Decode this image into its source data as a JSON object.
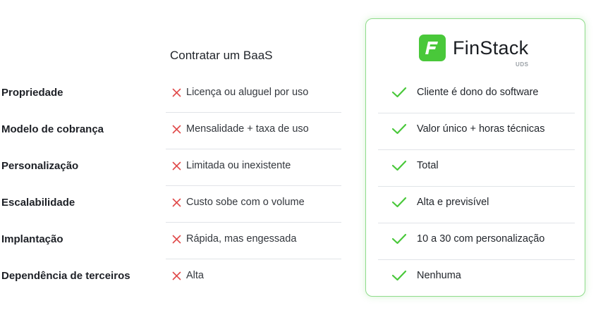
{
  "comparison": {
    "baas_header": "Contratar um BaaS",
    "rows": [
      {
        "label": "Propriedade",
        "baas": "Licença ou aluguel por uso",
        "finstack": "Cliente é dono do software"
      },
      {
        "label": "Modelo de cobrança",
        "baas": "Mensalidade + taxa de uso",
        "finstack": "Valor único + horas técnicas"
      },
      {
        "label": "Personalização",
        "baas": "Limitada ou inexistente",
        "finstack": "Total"
      },
      {
        "label": "Escalabilidade",
        "baas": "Custo sobe com o volume",
        "finstack": "Alta e previsível"
      },
      {
        "label": "Implantação",
        "baas": "Rápida, mas engessada",
        "finstack": "10 a 30 com personalização"
      },
      {
        "label": "Dependência de terceiros",
        "baas": "Alta",
        "finstack": "Nenhuma"
      }
    ]
  },
  "finstack": {
    "brand_name": "FinStack",
    "brand_sub": "UDS",
    "logo_icon": "finstack-logo-icon"
  },
  "colors": {
    "accent_green": "#49c83a",
    "card_border": "#8fdc8b",
    "cross_red": "#e04848"
  },
  "icons": {
    "negative": "cross-icon",
    "positive": "check-icon"
  }
}
